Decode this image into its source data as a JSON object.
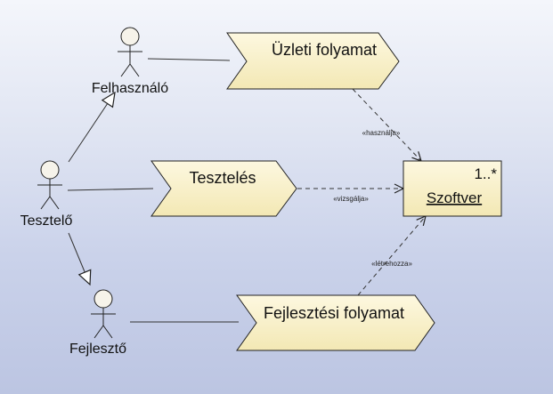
{
  "actors": [
    {
      "id": "felhasznalo",
      "label": "Felhasználó"
    },
    {
      "id": "tesztelo",
      "label": "Tesztelő"
    },
    {
      "id": "fejleszto",
      "label": "Fejlesztő"
    }
  ],
  "processes": [
    {
      "id": "uzleti",
      "label": "Üzleti folyamat"
    },
    {
      "id": "teszteles",
      "label": "Tesztelés"
    },
    {
      "id": "fejlesztesi",
      "label": "Fejlesztési folyamat"
    }
  ],
  "class_box": {
    "name": "Szoftver",
    "multiplicity": "1..*"
  },
  "dependencies": [
    {
      "from": "uzleti",
      "to": "szoftver",
      "stereotype": "«használja»"
    },
    {
      "from": "teszteles",
      "to": "szoftver",
      "stereotype": "«vizsgálja»"
    },
    {
      "from": "fejlesztesi",
      "to": "szoftver",
      "stereotype": "«létrehozza»"
    }
  ],
  "generalizations": [
    {
      "from": "tesztelo",
      "to": "felhasznalo"
    },
    {
      "from": "tesztelo",
      "to": "fejleszto"
    }
  ],
  "colors": {
    "process_fill": "#fbf4d0",
    "class_fill": "#fbf4d0",
    "outline": "#333333"
  }
}
